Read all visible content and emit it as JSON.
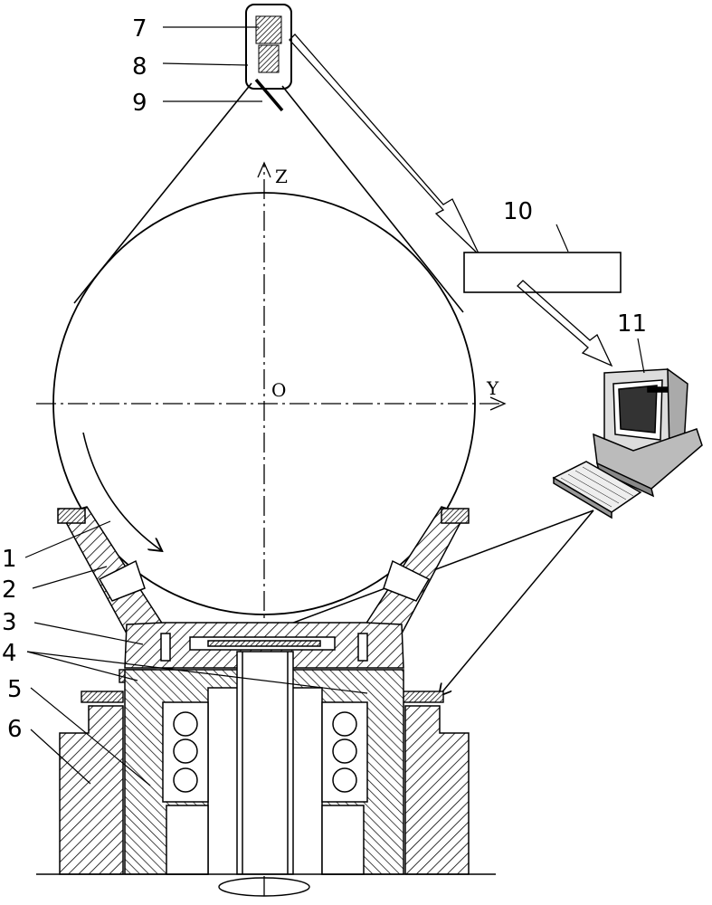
{
  "diagram": {
    "part_labels": {
      "p1": "1",
      "p2": "2",
      "p3": "3",
      "p4": "4",
      "p5": "5",
      "p6": "6",
      "p7": "7",
      "p8": "8",
      "p9": "9",
      "p10": "10",
      "p11": "11"
    },
    "axes": {
      "z": "Z",
      "y": "Y",
      "origin": "O"
    },
    "colors": {
      "line": "#000000",
      "background": "#ffffff"
    }
  }
}
